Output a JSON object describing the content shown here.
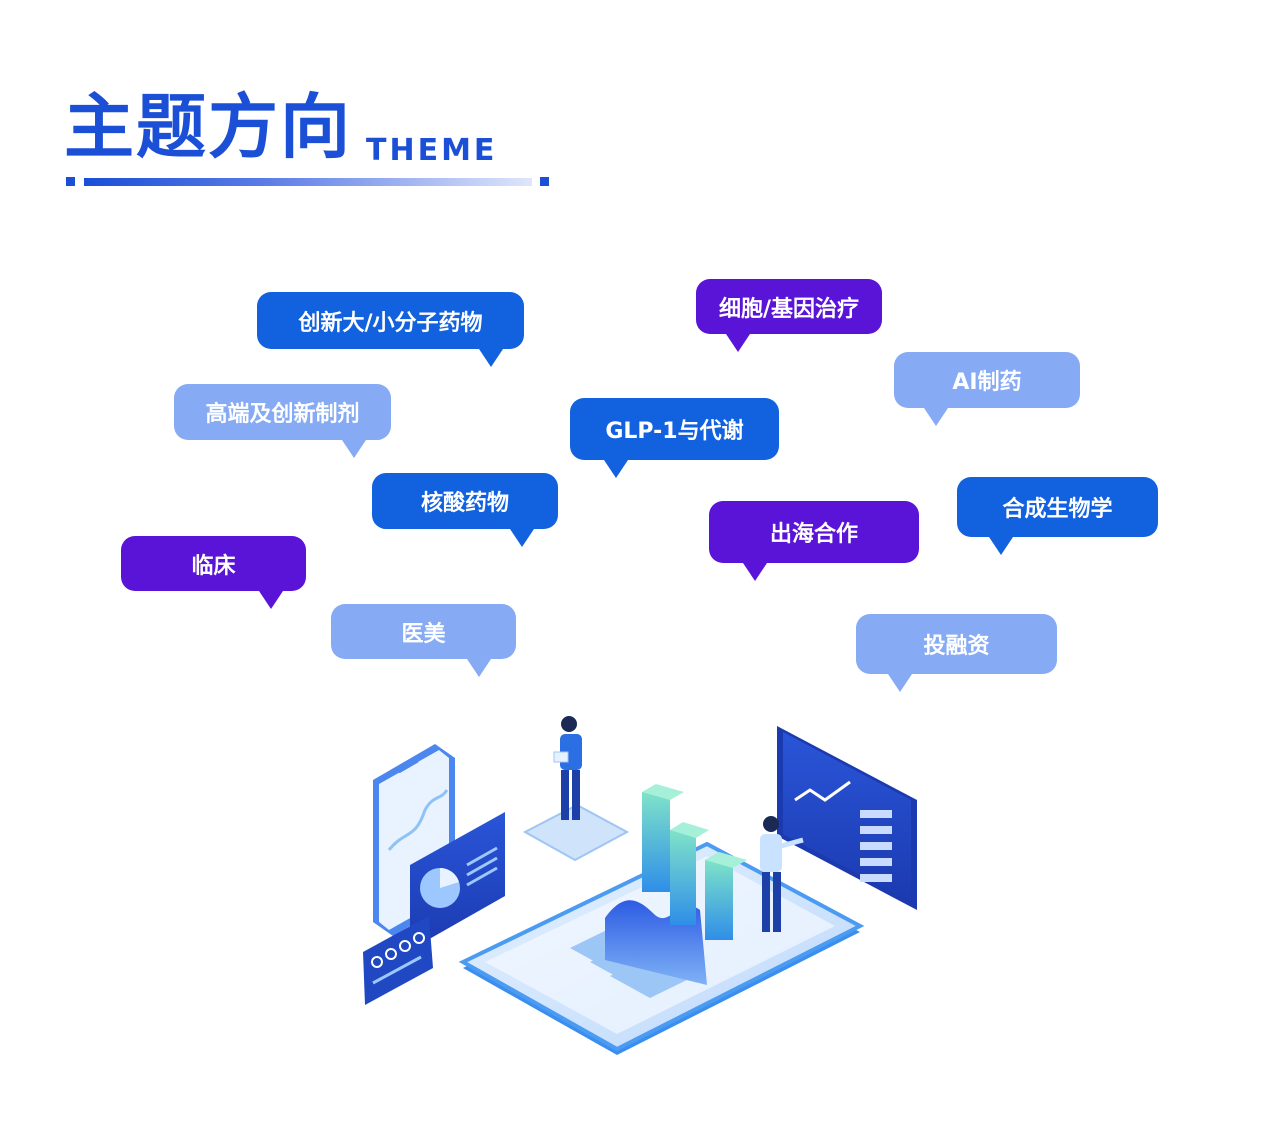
{
  "header": {
    "title_cn": "主题方向",
    "title_en": "THEME"
  },
  "colors": {
    "accent": "#1a4fd6",
    "bubble_blue": "#1262e0",
    "bubble_purple": "#5a14d8",
    "bubble_light": "#86abf4"
  },
  "topics": [
    {
      "label": "创新大/小分子药物",
      "style": "blue"
    },
    {
      "label": "细胞/基因治疗",
      "style": "purple"
    },
    {
      "label": "AI制药",
      "style": "light"
    },
    {
      "label": "高端及创新制剂",
      "style": "light"
    },
    {
      "label": "GLP-1与代谢",
      "style": "blue"
    },
    {
      "label": "核酸药物",
      "style": "blue"
    },
    {
      "label": "出海合作",
      "style": "purple"
    },
    {
      "label": "合成生物学",
      "style": "blue"
    },
    {
      "label": "临床",
      "style": "purple"
    },
    {
      "label": "医美",
      "style": "light"
    },
    {
      "label": "投融资",
      "style": "light"
    }
  ]
}
